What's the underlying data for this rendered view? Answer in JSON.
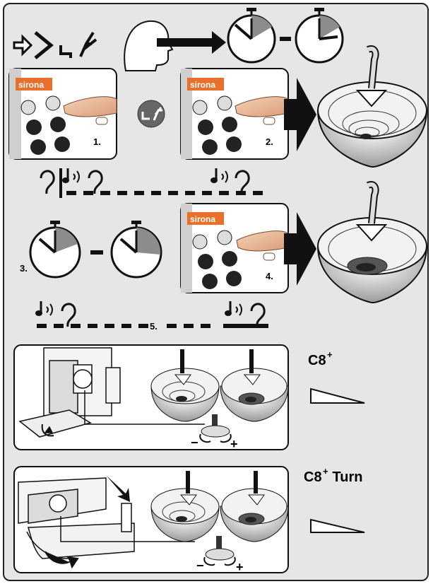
{
  "brand": "sirona",
  "steps": {
    "s1": "1.",
    "s2": "2.",
    "s3": "3.",
    "s4": "4.",
    "s5": "5."
  },
  "panels": {
    "c8": {
      "model_label": "C8",
      "model_sup": "+",
      "plus": "+",
      "minus": "−"
    },
    "c8turn": {
      "model_label": "C8",
      "model_sup": "+",
      "model_suffix": " Turn",
      "plus": "+",
      "minus": "−"
    }
  },
  "colors": {
    "panel_bg": "#e6e6e6",
    "brand_orange": "#e8702a",
    "timer_shade": "#8c8c8c",
    "ink": "#111111"
  }
}
